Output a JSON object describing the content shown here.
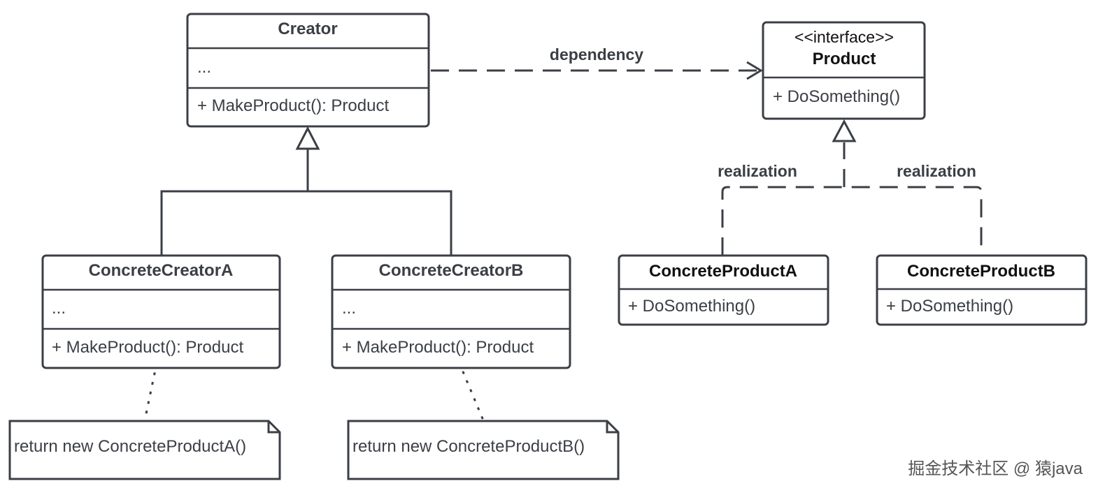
{
  "creator": {
    "name": "Creator",
    "attributes": "...",
    "method": "+ MakeProduct(): Product"
  },
  "concrete_creator_a": {
    "name": "ConcreteCreatorA",
    "attributes": "...",
    "method": "+ MakeProduct(): Product"
  },
  "concrete_creator_b": {
    "name": "ConcreteCreatorB",
    "attributes": "...",
    "method": "+ MakeProduct(): Product"
  },
  "product": {
    "stereotype": "<<interface>>",
    "name": "Product",
    "method": "+ DoSomething()"
  },
  "concrete_product_a": {
    "name": "ConcreteProductA",
    "method": "+ DoSomething()"
  },
  "concrete_product_b": {
    "name": "ConcreteProductB",
    "method": "+ DoSomething()"
  },
  "note_a": {
    "text": "return new ConcreteProductA()"
  },
  "note_b": {
    "text": "return new ConcreteProductB()"
  },
  "relations": {
    "dependency": "dependency",
    "realization_a": "realization",
    "realization_b": "realization"
  },
  "watermark": "掘金技术社区 @ 猿java",
  "colors": {
    "stroke": "#3b3f45",
    "background": "#ffffff"
  }
}
